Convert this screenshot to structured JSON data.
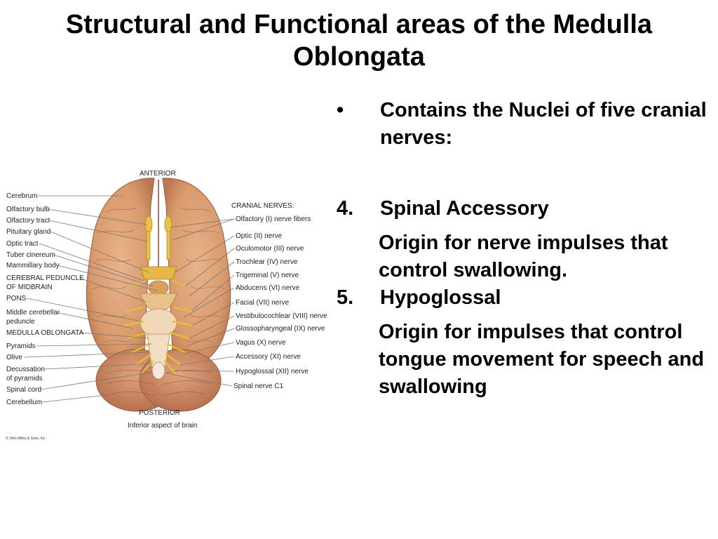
{
  "slide": {
    "title_line1": "Structural and Functional areas of the Medulla",
    "title_line2": "Oblongata"
  },
  "figure": {
    "anterior": "ANTERIOR",
    "posterior": "POSTERIOR",
    "caption": "Inferior aspect of brain",
    "copyright": "© John Wiley & Sons, Inc.",
    "cranial_nerves_heading": "CRANIAL NERVES:",
    "left_labels": [
      "Cerebrum",
      "Olfactory bulb",
      "Olfactory tract",
      "Pituitary gland",
      "Optic tract",
      "Tuber cinereum",
      "Mammillary body",
      "CEREBRAL PEDUNCLE",
      "OF MIDBRAIN",
      "PONS",
      "Middle cerebellar",
      "peduncle",
      "MEDULLA OBLONGATA",
      "Pyramids",
      "Olive",
      "Decussation",
      "of pyramids",
      "Spinal cord",
      "Cerebellum"
    ],
    "right_labels": [
      "Olfactory (I) nerve fibers",
      "Optic (II) nerve",
      "Oculomotor (III) nerve",
      "Trochlear (IV) nerve",
      "Trigeminal (V) nerve",
      "Abducens (VI) nerve",
      "Facial (VII) nerve",
      "Vestibulocochlear (VIII) nerve",
      "Glossopharyngeal (IX) nerve",
      "Vagus (X) nerve",
      "Accessory (XI) nerve",
      "Hypoglossal (XII) nerve",
      "Spinal nerve C1"
    ]
  },
  "content": {
    "bullet_marker": "•",
    "bullet_text": "Contains the Nuclei of five cranial nerves:",
    "items": [
      {
        "number": "4.",
        "heading": "Spinal Accessory",
        "detail": "Origin for nerve impulses that control swallowing."
      },
      {
        "number": "5.",
        "heading": "Hypoglossal",
        "detail": "Origin for impulses that control tongue movement for speech and swallowing"
      }
    ]
  }
}
